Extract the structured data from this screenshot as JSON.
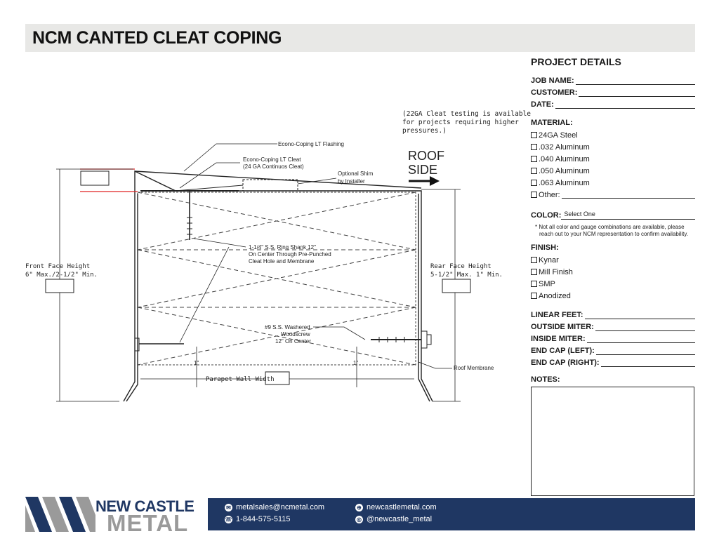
{
  "title": "NCM CANTED CLEAT COPING",
  "drawing": {
    "note_22ga": [
      "(22GA Cleat testing is available",
      "for projects requiring higher",
      "pressures.)"
    ],
    "roof_side": [
      "ROOF",
      "SIDE"
    ],
    "flashing_label": "Econo-Coping LT Flashing",
    "cleat_label": [
      "Econo-Coping LT Cleat",
      "(24 GA Continuos Cleat)"
    ],
    "shim_label": [
      "Optional Shim",
      "by Installer"
    ],
    "ring_shank_label": [
      "1-1/4\" S.S. Ring Shank 12\"",
      "On Center Through Pre-Punched",
      "Cleat Hole and Membrane"
    ],
    "front_face": [
      "Front Face Height",
      "6\" Max./2-1/2\" Min."
    ],
    "rear_face": [
      "Rear Face Height",
      "5-1/2\" Max. 1\" Min."
    ],
    "woodscrew_label": [
      "#9 S.S. Washered",
      "Woodscrew",
      "12\" On Center"
    ],
    "roof_membrane": "Roof Membrane",
    "dim_1in": "1\"",
    "parapet_width": "Parapet Wall Width"
  },
  "project": {
    "heading": "PROJECT DETAILS",
    "fields_top": [
      "JOB NAME:",
      "CUSTOMER:",
      "DATE:"
    ],
    "material_label": "MATERIAL:",
    "materials": [
      "24GA Steel",
      ".032 Aluminum",
      ".040 Aluminum",
      ".050 Aluminum",
      ".063 Aluminum"
    ],
    "other_label": "Other:",
    "color_label": "COLOR:",
    "color_value": "Select One",
    "color_note": "* Not all color and gauge combinations are available, please reach out to your NCM representation to confirm availability.",
    "finish_label": "FINISH:",
    "finishes": [
      "Kynar",
      "Mill Finish",
      "SMP",
      "Anodized"
    ],
    "fields_bottom": [
      "LINEAR FEET:",
      "OUTSIDE MITER:",
      "INSIDE MITER:",
      "END CAP (LEFT):",
      "END CAP (RIGHT):"
    ],
    "notes_label": "NOTES:"
  },
  "footer": {
    "logo_line1": "NEW CASTLE",
    "logo_line2": "METAL",
    "email": "metalsales@ncmetal.com",
    "phone": "1-844-575-5115",
    "website": "newcastlemetal.com",
    "social": "@newcastle_metal"
  },
  "colors": {
    "navy": "#1f3763",
    "gray": "#9a9a9a",
    "red": "#e02020",
    "title_bg": "#e8e8e6"
  }
}
